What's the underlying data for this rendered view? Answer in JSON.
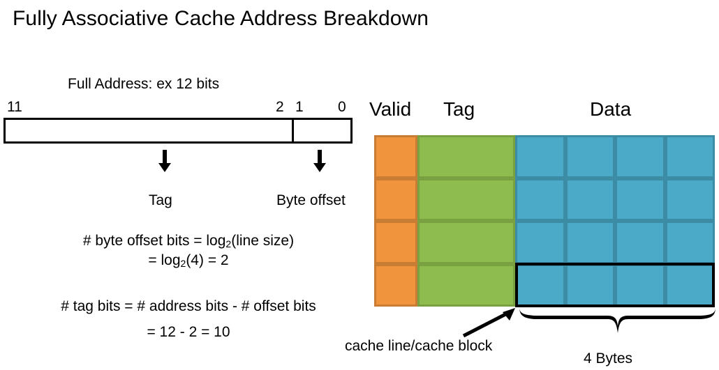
{
  "title": "Fully Associative Cache Address Breakdown",
  "address_diagram": {
    "caption": "Full Address: ex 12 bits",
    "bit_labels": {
      "msb": "11",
      "tag_lsb": "2",
      "offset_msb": "1",
      "offset_lsb": "0"
    },
    "field_labels": {
      "tag": "Tag",
      "byte_offset": "Byte offset"
    }
  },
  "formulas": {
    "offset_line1_pre": "# byte offset bits = log",
    "offset_line1_sub": "2",
    "offset_line1_post": "(line size)",
    "offset_line2_pre": "= log",
    "offset_line2_sub": "2",
    "offset_line2_post": "(4) = 2",
    "tag_line1": "# tag bits = # address bits - # offset bits",
    "tag_line2": "= 12 - 2 = 10"
  },
  "cache_table": {
    "headers": {
      "valid": "Valid",
      "tag": "Tag",
      "data": "Data"
    },
    "rows": 4,
    "data_columns": 4,
    "colors": {
      "valid_fill": "#F0943E",
      "valid_border": "#C97C33",
      "tag_fill": "#8FBC4E",
      "tag_border": "#79A041",
      "data_fill": "#4BAAC8",
      "data_border": "#3C8CA6",
      "highlight_outline": "#000000"
    }
  },
  "annotations": {
    "cache_line": "cache line/cache block",
    "block_size": "4 Bytes"
  }
}
